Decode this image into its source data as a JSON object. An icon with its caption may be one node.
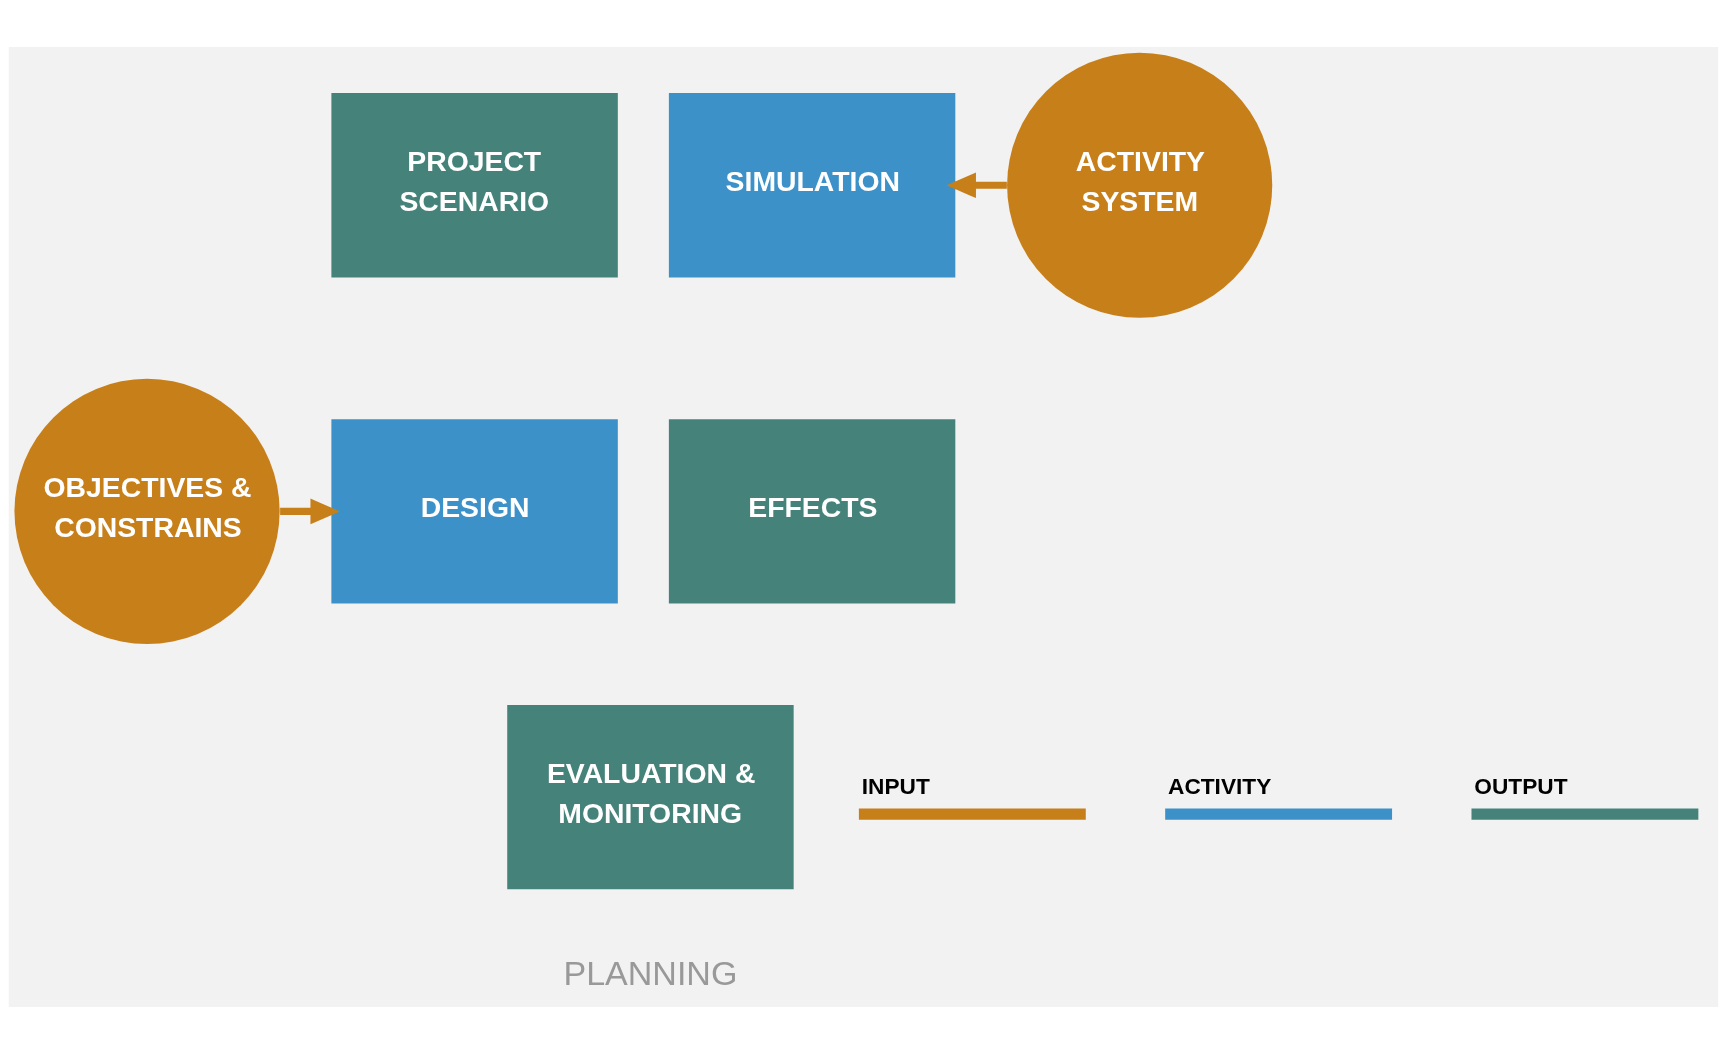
{
  "diagram": {
    "nodes": [
      {
        "text": [
          "PROJECT SCENARIO"
        ]
      },
      {
        "text": [
          "SIMULATION"
        ]
      },
      {
        "text": [
          "ACTIVITY SYSTEM"
        ]
      },
      {
        "text": [
          "OBJECTIVES & CONSTRAINS"
        ]
      },
      {
        "text": [
          "DESIGN"
        ]
      },
      {
        "text": [
          "EFFECTS"
        ]
      },
      {
        "text": [
          "EVALUATION & MONITORING"
        ]
      }
    ],
    "edges": [
      {
        "from": 2,
        "to": 1,
        "arrow": "to"
      },
      {
        "from": 3,
        "to": 4,
        "arrow": "to"
      }
    ],
    "labels": [
      "PLANNING"
    ],
    "legend": [
      {
        "text": "INPUT",
        "color": "#c77f1a"
      },
      {
        "text": "ACTIVITY",
        "color": "#3c91c8"
      },
      {
        "text": "OUTPUT",
        "color": "#45837a"
      }
    ]
  }
}
